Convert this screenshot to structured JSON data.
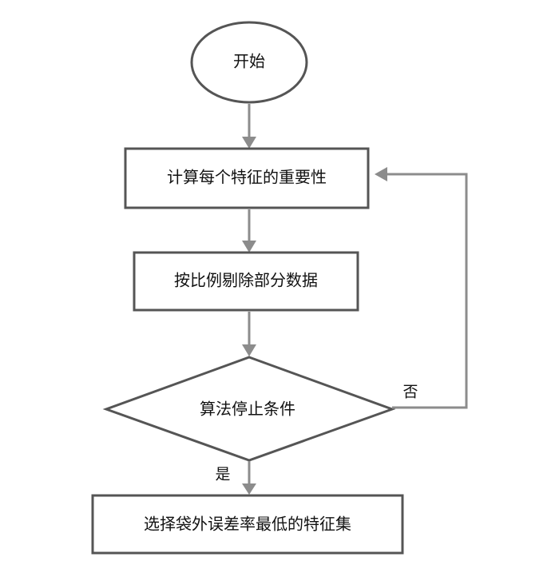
{
  "nodes": {
    "start": "开始",
    "compute_importance": "计算每个特征的重要性",
    "remove_data": "按比例剔除部分数据",
    "stop_condition": "算法停止条件",
    "select_features": "选择袋外误差率最低的特征集"
  },
  "branches": {
    "no": "否",
    "yes": "是"
  }
}
